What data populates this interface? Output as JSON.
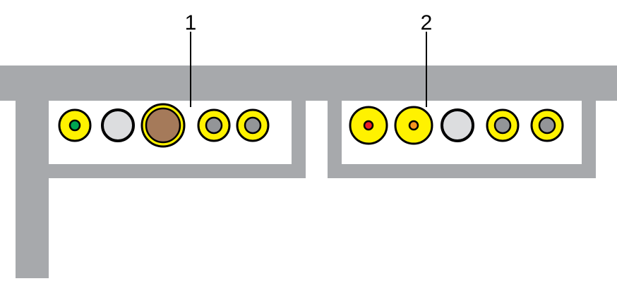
{
  "colors": {
    "frame_gray": "#a7a9ac",
    "ring_yellow": "#fff200",
    "outline_black": "#000000",
    "background": "#ffffff"
  },
  "callouts": [
    {
      "id": "callout-1",
      "label": "1"
    },
    {
      "id": "callout-2",
      "label": "2"
    }
  ],
  "groups": [
    {
      "name": "group-1",
      "connectors": [
        {
          "kind": "yellow-ring",
          "center_color": "#00a651",
          "center_icon": "green-dot-icon"
        },
        {
          "kind": "plain",
          "fill": "#dcdddf",
          "center_icon": "light-gray-disc-icon"
        },
        {
          "kind": "large-ring",
          "fill": "#a57a5a",
          "center_icon": "brown-disc-icon"
        },
        {
          "kind": "yellow-ring",
          "center_color": "#939598",
          "center_icon": "gray-disc-icon"
        },
        {
          "kind": "yellow-ring",
          "center_color": "#939598",
          "center_icon": "gray-disc-icon"
        }
      ]
    },
    {
      "name": "group-2",
      "connectors": [
        {
          "kind": "yellow-ring",
          "center_color": "#ed1c24",
          "center_icon": "red-dot-icon"
        },
        {
          "kind": "yellow-ring",
          "center_color": "#f7941d",
          "center_icon": "orange-dot-icon"
        },
        {
          "kind": "plain",
          "fill": "#dcdddf",
          "center_icon": "light-gray-disc-icon"
        },
        {
          "kind": "yellow-ring",
          "center_color": "#939598",
          "center_icon": "gray-disc-icon"
        },
        {
          "kind": "yellow-ring",
          "center_color": "#939598",
          "center_icon": "gray-disc-icon"
        }
      ]
    }
  ]
}
